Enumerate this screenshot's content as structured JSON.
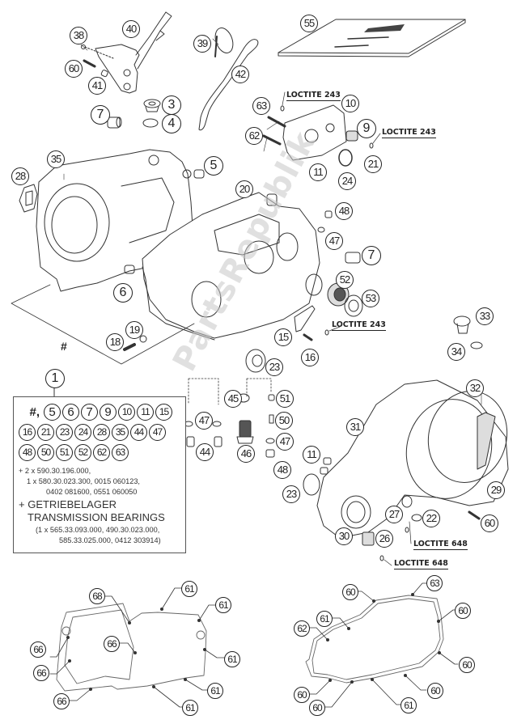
{
  "diagram": {
    "title": "Engine case parts diagram",
    "callouts": [
      {
        "id": "c38",
        "label": "38"
      },
      {
        "id": "c40",
        "label": "40"
      },
      {
        "id": "c39",
        "label": "39"
      },
      {
        "id": "c55",
        "label": "55"
      },
      {
        "id": "c60a",
        "label": "60"
      },
      {
        "id": "c41",
        "label": "41"
      },
      {
        "id": "c42",
        "label": "42"
      },
      {
        "id": "c7a",
        "label": "7"
      },
      {
        "id": "c3",
        "label": "3"
      },
      {
        "id": "c4",
        "label": "4"
      },
      {
        "id": "c63a",
        "label": "63"
      },
      {
        "id": "c10",
        "label": "10"
      },
      {
        "id": "c62a",
        "label": "62"
      },
      {
        "id": "c9",
        "label": "9"
      },
      {
        "id": "c11a",
        "label": "11"
      },
      {
        "id": "c24",
        "label": "24"
      },
      {
        "id": "c21",
        "label": "21"
      },
      {
        "id": "c35",
        "label": "35"
      },
      {
        "id": "c5",
        "label": "5"
      },
      {
        "id": "c28",
        "label": "28"
      },
      {
        "id": "c20",
        "label": "20"
      },
      {
        "id": "c48a",
        "label": "48"
      },
      {
        "id": "c47a",
        "label": "47"
      },
      {
        "id": "c7b",
        "label": "7"
      },
      {
        "id": "c6",
        "label": "6"
      },
      {
        "id": "c52",
        "label": "52"
      },
      {
        "id": "c53",
        "label": "53"
      },
      {
        "id": "c33",
        "label": "33"
      },
      {
        "id": "c19",
        "label": "19"
      },
      {
        "id": "c18",
        "label": "18"
      },
      {
        "id": "c15",
        "label": "15"
      },
      {
        "id": "c16",
        "label": "16"
      },
      {
        "id": "c34",
        "label": "34"
      },
      {
        "id": "c23a",
        "label": "23"
      },
      {
        "id": "c1",
        "label": "1"
      },
      {
        "id": "c45",
        "label": "45"
      },
      {
        "id": "c51",
        "label": "51"
      },
      {
        "id": "c32",
        "label": "32"
      },
      {
        "id": "c47b",
        "label": "47"
      },
      {
        "id": "c50",
        "label": "50"
      },
      {
        "id": "c31",
        "label": "31"
      },
      {
        "id": "c47c",
        "label": "47"
      },
      {
        "id": "c44",
        "label": "44"
      },
      {
        "id": "c46",
        "label": "46"
      },
      {
        "id": "c11b",
        "label": "11"
      },
      {
        "id": "c48b",
        "label": "48"
      },
      {
        "id": "c23b",
        "label": "23"
      },
      {
        "id": "c29",
        "label": "29"
      },
      {
        "id": "c27",
        "label": "27"
      },
      {
        "id": "c22",
        "label": "22"
      },
      {
        "id": "c60b",
        "label": "60"
      },
      {
        "id": "c30",
        "label": "30"
      },
      {
        "id": "c26",
        "label": "26"
      }
    ],
    "loctite_labels": [
      {
        "id": "lt1",
        "label": "LOCTITE 243"
      },
      {
        "id": "lt2",
        "label": "LOCTITE 243"
      },
      {
        "id": "lt3",
        "label": "LOCTITE 243"
      },
      {
        "id": "lt4",
        "label": "LOCTITE 648"
      },
      {
        "id": "lt5",
        "label": "LOCTITE 648"
      }
    ],
    "hash_symbol": "#",
    "kit_box": {
      "callout": "1",
      "hash_prefix": "#,",
      "row1": [
        "5",
        "6",
        "7",
        "9",
        "10",
        "11",
        "15"
      ],
      "row2": [
        "16",
        "21",
        "23",
        "24",
        "28",
        "35",
        "44",
        "47"
      ],
      "row3": [
        "48",
        "50",
        "51",
        "52",
        "62",
        "63"
      ],
      "note_lines": [
        "+ 2 x 590.30.196.000,",
        "1 x 580.30.023.300, 0015 060123,",
        "0402 081600, 0551 060050"
      ],
      "bearings_lines": [
        "+ GETRIEBELAGER",
        "TRANSMISSION BEARINGS"
      ],
      "bearings_parts_lines": [
        "(1 x 565.33.093.000, 490.30.023.000,",
        "585.33.025.000, 0412 303914)"
      ]
    },
    "gasket_left": {
      "callouts": [
        "68",
        "61",
        "61",
        "66",
        "61",
        "66",
        "66",
        "61",
        "61",
        "66"
      ]
    },
    "gasket_right": {
      "callouts": [
        "63",
        "60",
        "61",
        "60",
        "62",
        "60",
        "60",
        "60",
        "60",
        "61"
      ]
    },
    "watermark": "PartsRepublik"
  }
}
